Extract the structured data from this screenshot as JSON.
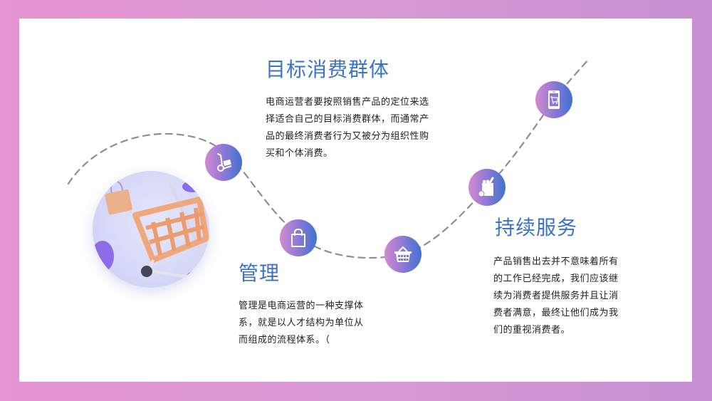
{
  "slide": {
    "background_gradient": [
      "#e696d2",
      "#c690d3"
    ],
    "accent_color": "#3a73c8",
    "icon_gradient": [
      "#d48ad0",
      "#3f73cf"
    ]
  },
  "sections": {
    "target": {
      "title": "目标消费群体",
      "lines": [
        "电商运营者要按照销售产品的定位来选",
        "择适合自己的目标消费群体，而通常产",
        "品的最终消费者行为又被分为组织性购",
        "买和个体消费。"
      ]
    },
    "management": {
      "title": "管理",
      "lines": [
        "管理是电商运营的一种支撑体",
        "系，就是以人才结构为单位从",
        "而组成的流程体系。（"
      ]
    },
    "service": {
      "title": "持续服务",
      "lines": [
        "产品销售出去并不意味着所有",
        "的工作已经完成，我们应该继",
        "续为消费者提供服务并且让消",
        "费者满意，最终让他们成为我",
        "们的重视消费者。"
      ]
    }
  },
  "icons": [
    {
      "name": "hand-truck-icon"
    },
    {
      "name": "shopping-bag-icon"
    },
    {
      "name": "shopping-basket-icon"
    },
    {
      "name": "grocery-bag-icon"
    },
    {
      "name": "mobile-cart-icon"
    }
  ],
  "image": {
    "name": "shopping-cart-photo"
  }
}
